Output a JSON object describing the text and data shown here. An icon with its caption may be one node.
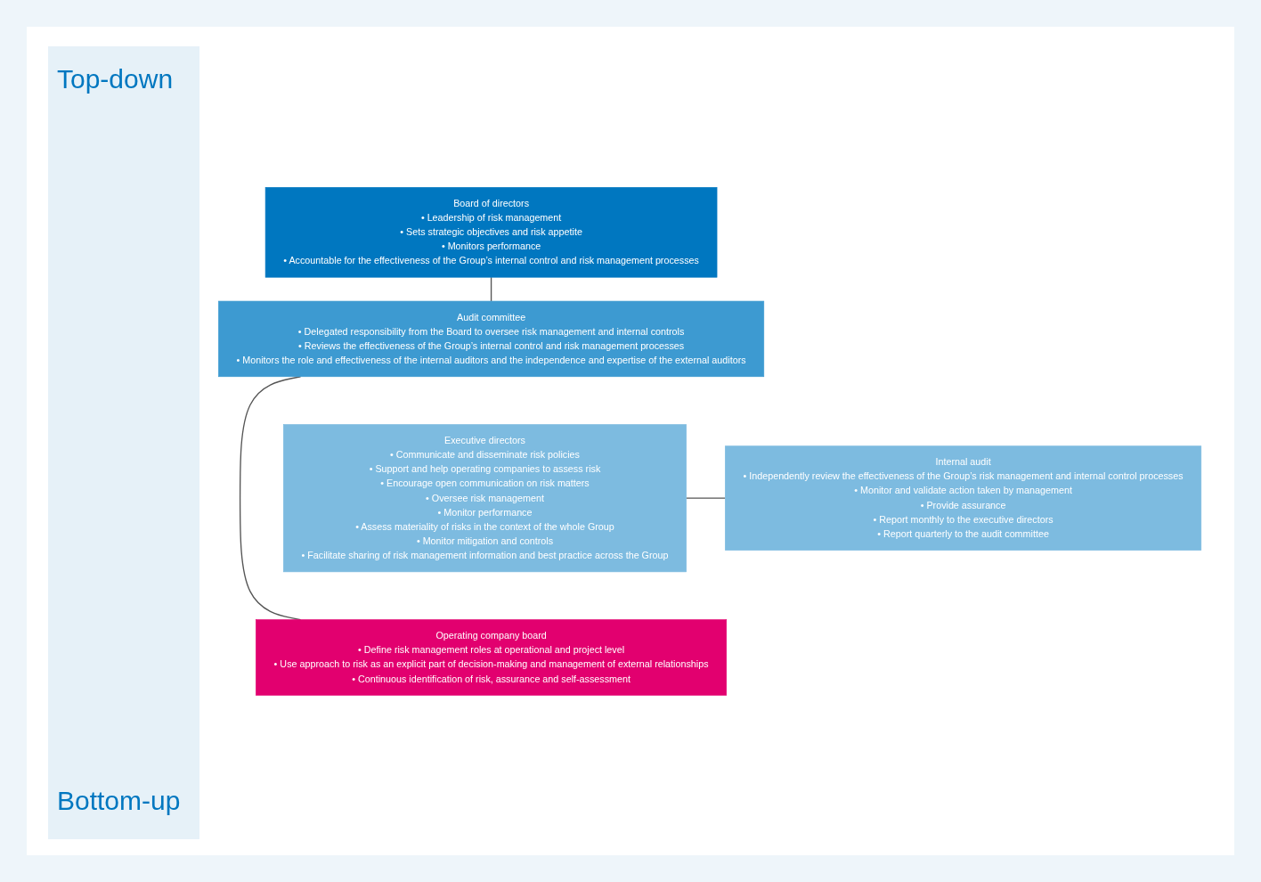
{
  "diagram": {
    "nodes": [
      {
        "text": [
          "Board of directors",
          "• Leadership of risk management",
          "• Sets strategic objectives and risk appetite",
          "• Monitors performance",
          "• Accountable for the effectiveness of the Group’s internal control and risk management processes"
        ]
      },
      {
        "text": [
          "Audit committee",
          "• Delegated responsibility from the Board to oversee risk management and internal controls",
          "• Reviews the effectiveness of the Group’s internal control and risk management processes",
          "• Monitors the role and effectiveness of the internal auditors and the independence and expertise of the external auditors"
        ]
      },
      {
        "text": [
          "Executive directors",
          "• Communicate and disseminate risk policies",
          "• Support and help operating companies to assess risk",
          "• Encourage open communication on risk matters",
          "• Oversee risk management",
          "• Monitor performance",
          "• Assess materiality of risks in the context of the whole Group",
          "• Monitor mitigation and controls",
          "• Facilitate sharing of risk management information and best practice across the Group"
        ]
      },
      {
        "text": [
          "Internal audit",
          "• Independently review the effectiveness of the Group’s risk management and internal control processes",
          "• Monitor and validate action taken by management",
          "• Provide assurance",
          "• Report monthly to the executive directors",
          "• Report quarterly to the audit committee"
        ]
      },
      {
        "text": [
          "Operating company board",
          "• Define risk management roles at operational and project level",
          "• Use approach to risk as an explicit part of decision-making and management of external relationships",
          "• Continuous identification of risk, assurance and self-assessment"
        ]
      }
    ],
    "edges": [
      {
        "from": 0,
        "to": 1,
        "arrow": "none"
      },
      {
        "from": 1,
        "to": 4,
        "arrow": "none"
      },
      {
        "from": 2,
        "to": 3,
        "arrow": "none"
      }
    ],
    "labels": [
      "Top-down",
      "Bottom-up"
    ]
  }
}
